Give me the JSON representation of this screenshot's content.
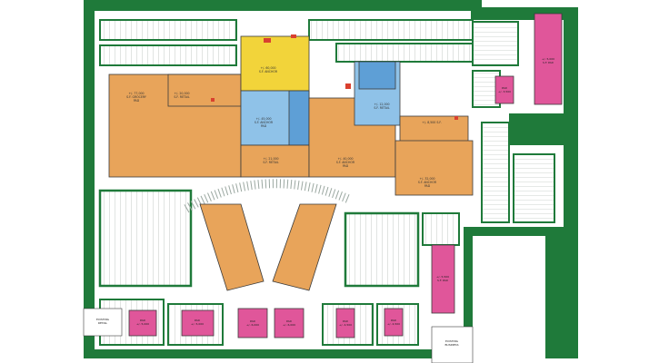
{
  "colors": {
    "landscape": "#1f7a3a",
    "paving": "#ffffff",
    "parking_lines": "#9aa7a0",
    "retail_orange": "#e8a45a",
    "anchor_yellow": "#f2d43a",
    "anchor_blue": "#8fc2e8",
    "anchor_blue_dark": "#5e9fd6",
    "pad_pink": "#e0569a",
    "outline": "#3b3b3b",
    "red_marker": "#d9402f"
  },
  "labels": {
    "anchor_a": [
      "+/- 77,000",
      "S.F. GROCERY",
      "PAD"
    ],
    "anchor_b": [
      "+/- 60,000",
      "S.F. ANCHOR"
    ],
    "anchor_c": [
      "+/- 45,000",
      "S.F. ANCHOR",
      "PAD"
    ],
    "anchor_d": [
      "+/- 21,000",
      "S.F. RETAIL"
    ],
    "anchor_e": [
      "+/- 40,000",
      "S.F. ANCHOR",
      "PAD"
    ],
    "anchor_f": [
      "+/- 12,000",
      "S.F. RETAIL"
    ],
    "anchor_g": [
      "+/- 32,000",
      "S.F. ANCHOR",
      "PAD"
    ],
    "shop_nw": [
      "+/- 20,000",
      "S.F. RETAIL"
    ],
    "shop_ne": [
      "+/- 8,500 S.F."
    ],
    "pad_ne_top": [
      "+/- 5,000",
      "S.F. PAD"
    ],
    "pad_ne_small": [
      "PAD",
      "+/- 3,500"
    ],
    "pad_east": [
      "+/- 5,500",
      "S.F. PAD"
    ],
    "pad_s1": [
      "PAD",
      "+/- 5,000"
    ],
    "pad_s2": [
      "PAD",
      "+/- 5,000"
    ],
    "pad_s3": [
      "PAD",
      "+/- 6,000"
    ],
    "pad_s4": [
      "PAD",
      "+/- 6,000"
    ],
    "pad_s5": [
      "PAD",
      "+/- 4,500"
    ],
    "pad_s6": [
      "PAD",
      "+/- 4,500"
    ],
    "sw_corner": [
      "EXISTING",
      "RETAIL"
    ],
    "se_corner": [
      "EXISTING",
      "BUSINESS"
    ]
  }
}
